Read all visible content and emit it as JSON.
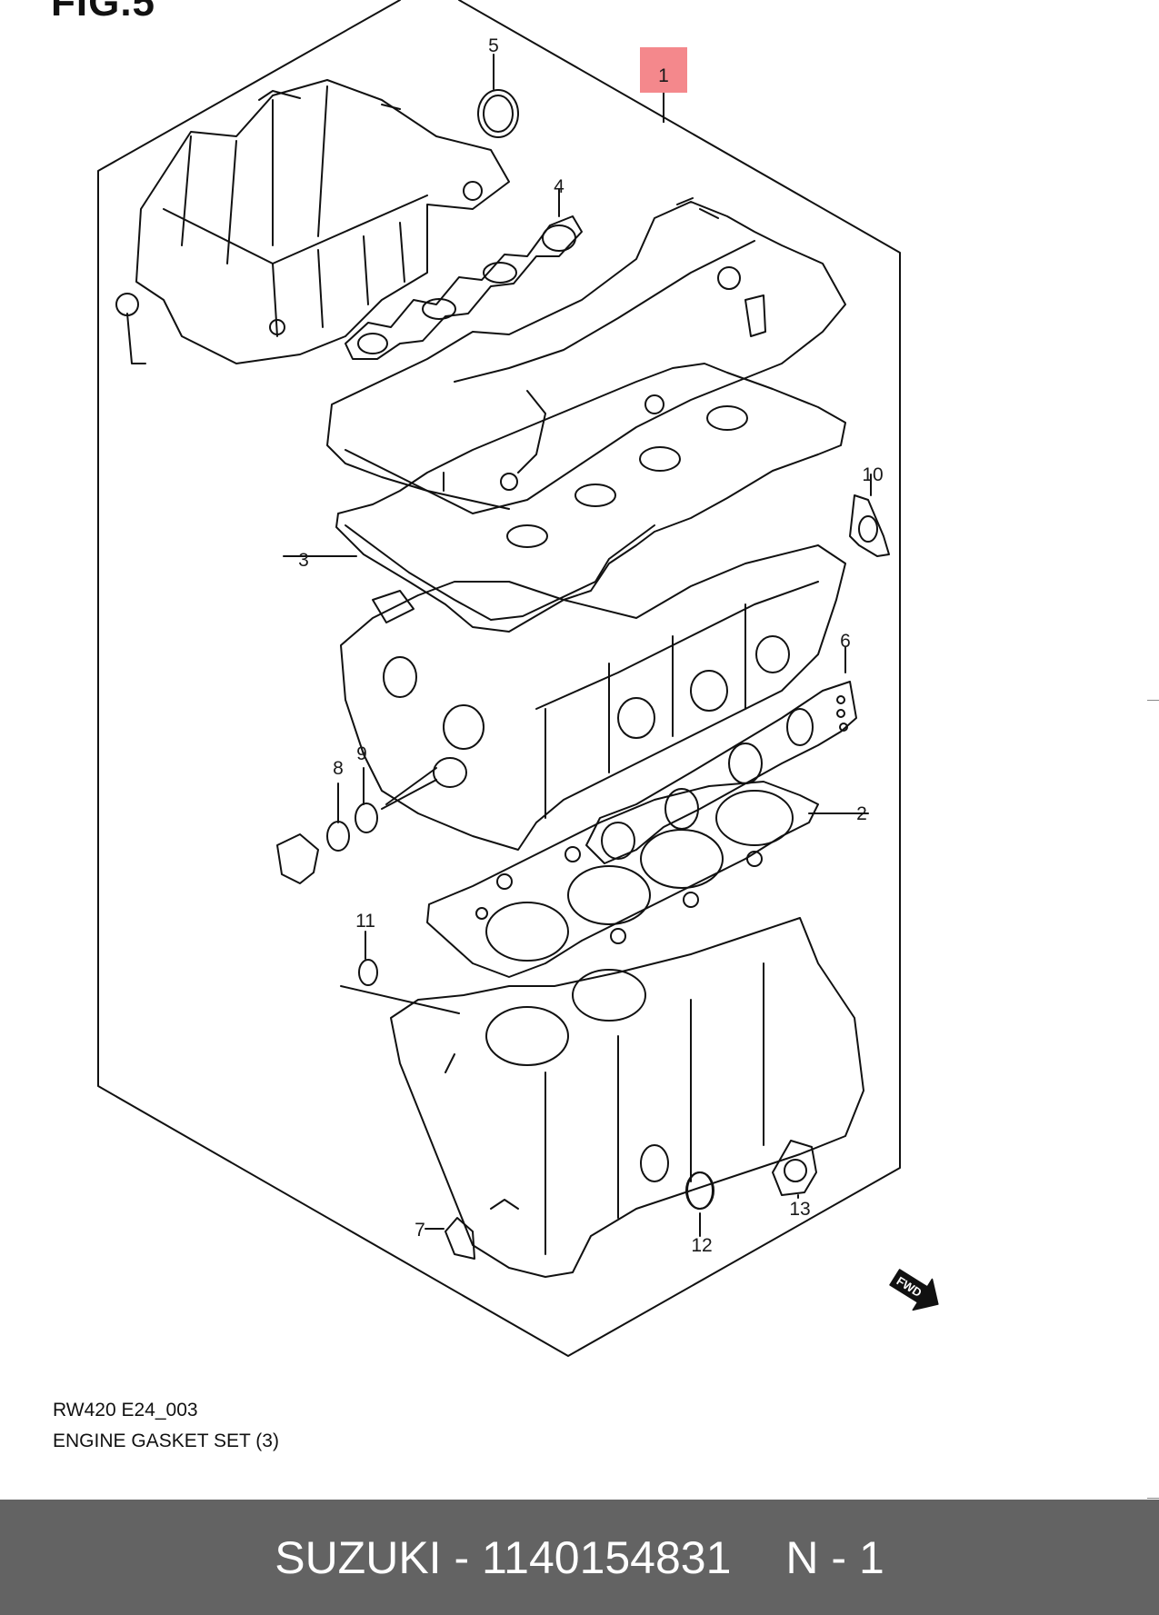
{
  "figure": {
    "label": "FIG.5"
  },
  "diagram": {
    "highlight_color": "#f4888c",
    "callouts": [
      "1",
      "2",
      "3",
      "4",
      "5",
      "6",
      "7",
      "8",
      "9",
      "10",
      "11",
      "12",
      "13"
    ],
    "fwd_label": "FWD"
  },
  "caption": {
    "code": "RW420 E24_003",
    "title": "ENGINE GASKET SET (3)"
  },
  "footer": {
    "brand": "SUZUKI",
    "dash": "-",
    "part_number": "1140154831",
    "n_label": "N - 1",
    "background": "#636363"
  }
}
